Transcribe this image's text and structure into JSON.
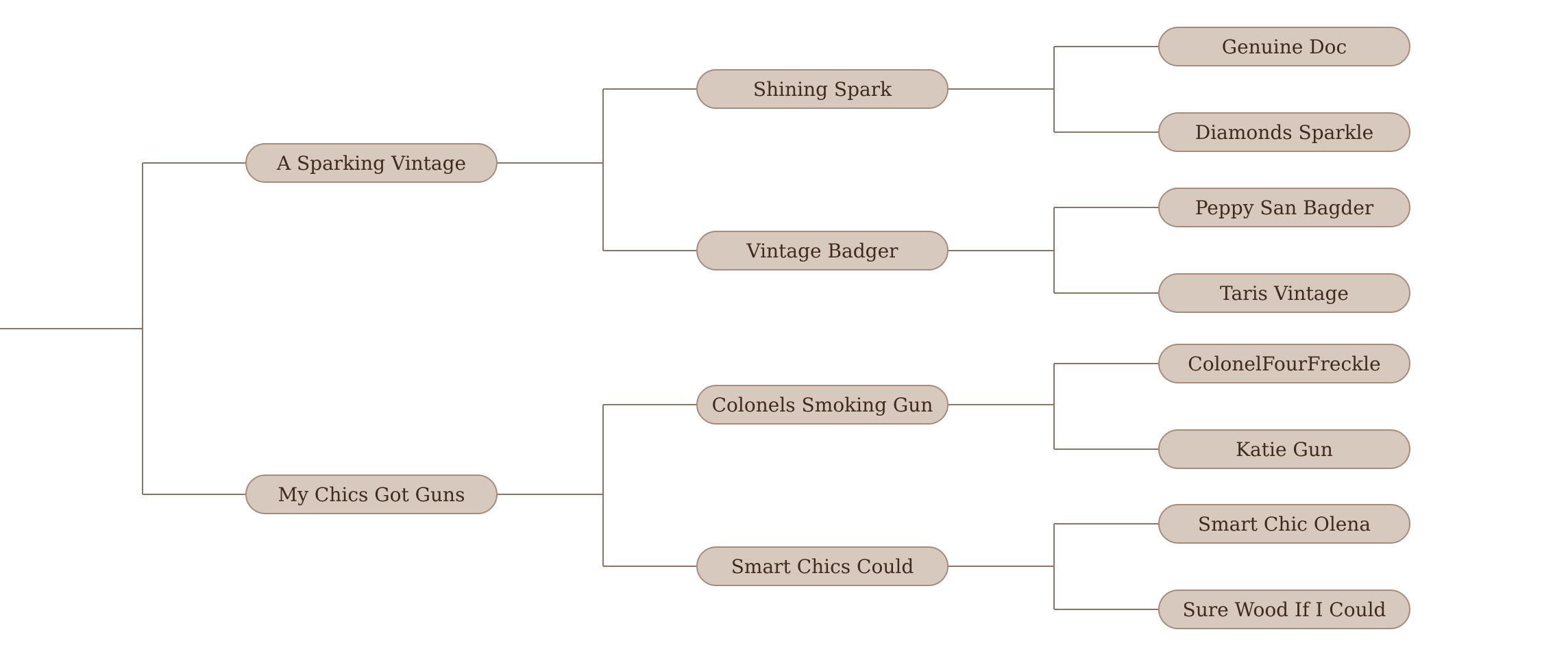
{
  "pedigree": {
    "sire": {
      "name": "A Sparking Vintage",
      "sire": {
        "name": "Shining Spark",
        "sire": {
          "name": "Genuine Doc"
        },
        "dam": {
          "name": "Diamonds Sparkle"
        }
      },
      "dam": {
        "name": "Vintage Badger",
        "sire": {
          "name": "Peppy San Bagder"
        },
        "dam": {
          "name": "Taris Vintage"
        }
      }
    },
    "dam": {
      "name": "My Chics Got Guns",
      "sire": {
        "name": "Colonels Smoking Gun",
        "sire": {
          "name": "ColonelFourFreckle"
        },
        "dam": {
          "name": "Katie Gun"
        }
      },
      "dam": {
        "name": "Smart Chics Could",
        "sire": {
          "name": "Smart Chic Olena"
        },
        "dam": {
          "name": "Sure Wood If I Could"
        }
      }
    }
  },
  "colors": {
    "node_fill": "#d8c9bf",
    "node_border": "#a88b7b",
    "line": "#8f7262",
    "text": "#3f2a1d"
  }
}
